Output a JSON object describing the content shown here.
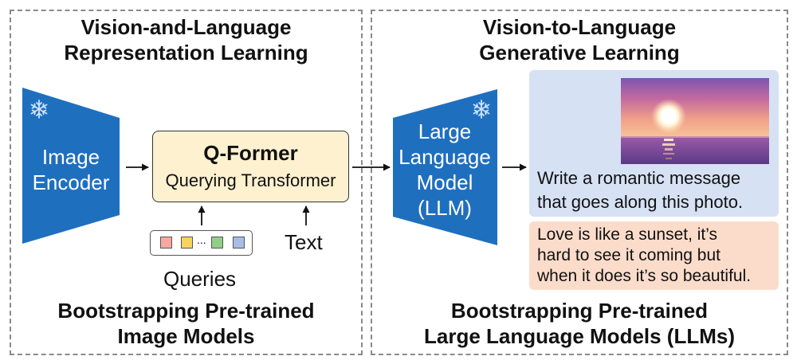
{
  "left_panel": {
    "title": "Vision-and-Language\nRepresentation Learning",
    "footer": "Bootstrapping Pre-trained\nImage Models",
    "image_encoder": {
      "label": "Image\nEncoder",
      "frozen_icon": "snowflake-icon"
    },
    "qformer": {
      "title": "Q-Former",
      "subtitle": "Querying Transformer",
      "fill_color": "#fdf1cf"
    },
    "queries": {
      "label": "Queries",
      "ellipsis": "...",
      "token_colors": [
        "#f6a8a0",
        "#f8d35e",
        "#8fcf86",
        "#a8bde6"
      ]
    },
    "text_input_label": "Text"
  },
  "right_panel": {
    "title": "Vision-to-Language\nGenerative Learning",
    "footer": "Bootstrapping Pre-trained\nLarge Language Models (LLMs)",
    "llm": {
      "label": "Large\nLanguage\nModel\n(LLM)",
      "frozen_icon": "snowflake-icon"
    },
    "prompt": {
      "text": "Write a romantic message\nthat goes along this photo.",
      "box_color": "#d6e1f4"
    },
    "response": {
      "text": "Love is like a sunset, it’s\nhard to see it coming but\nwhen it does it’s so beautiful.",
      "box_color": "#fbdccb"
    },
    "photo_icon": "sunset-photo"
  },
  "colors": {
    "model_blue": "#1f6fbf",
    "panel_border": "#8a8a8a"
  }
}
